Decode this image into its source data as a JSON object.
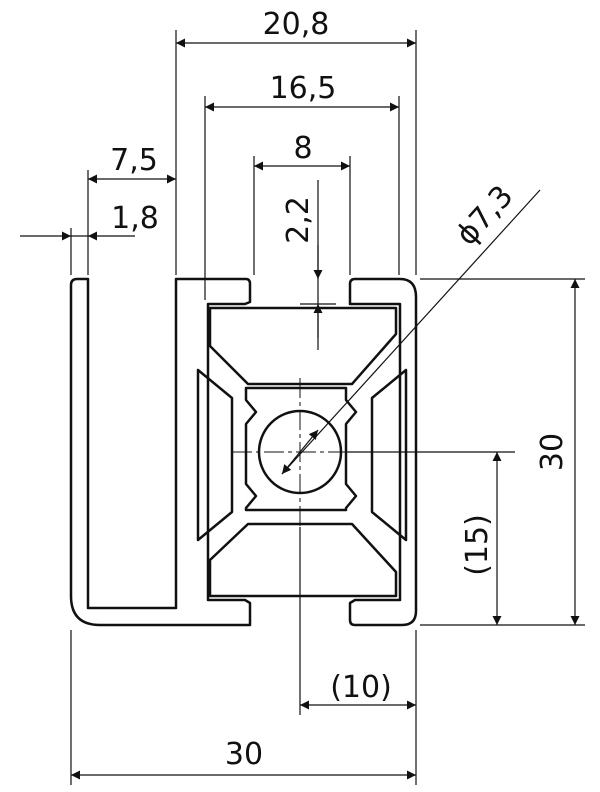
{
  "drawing": {
    "line_color": "#111111",
    "background": "#ffffff",
    "dimensions": {
      "overall_width": "30",
      "overall_height": "30",
      "channel_width": "20,8",
      "inner_width": "16,5",
      "slot_width": "8",
      "flange_width": "7,5",
      "wall_thickness": "1,8",
      "lip_thickness": "2,2",
      "bore_diameter": "ϕ7,3",
      "center_height": "(15)",
      "center_offset": "(10)"
    }
  }
}
